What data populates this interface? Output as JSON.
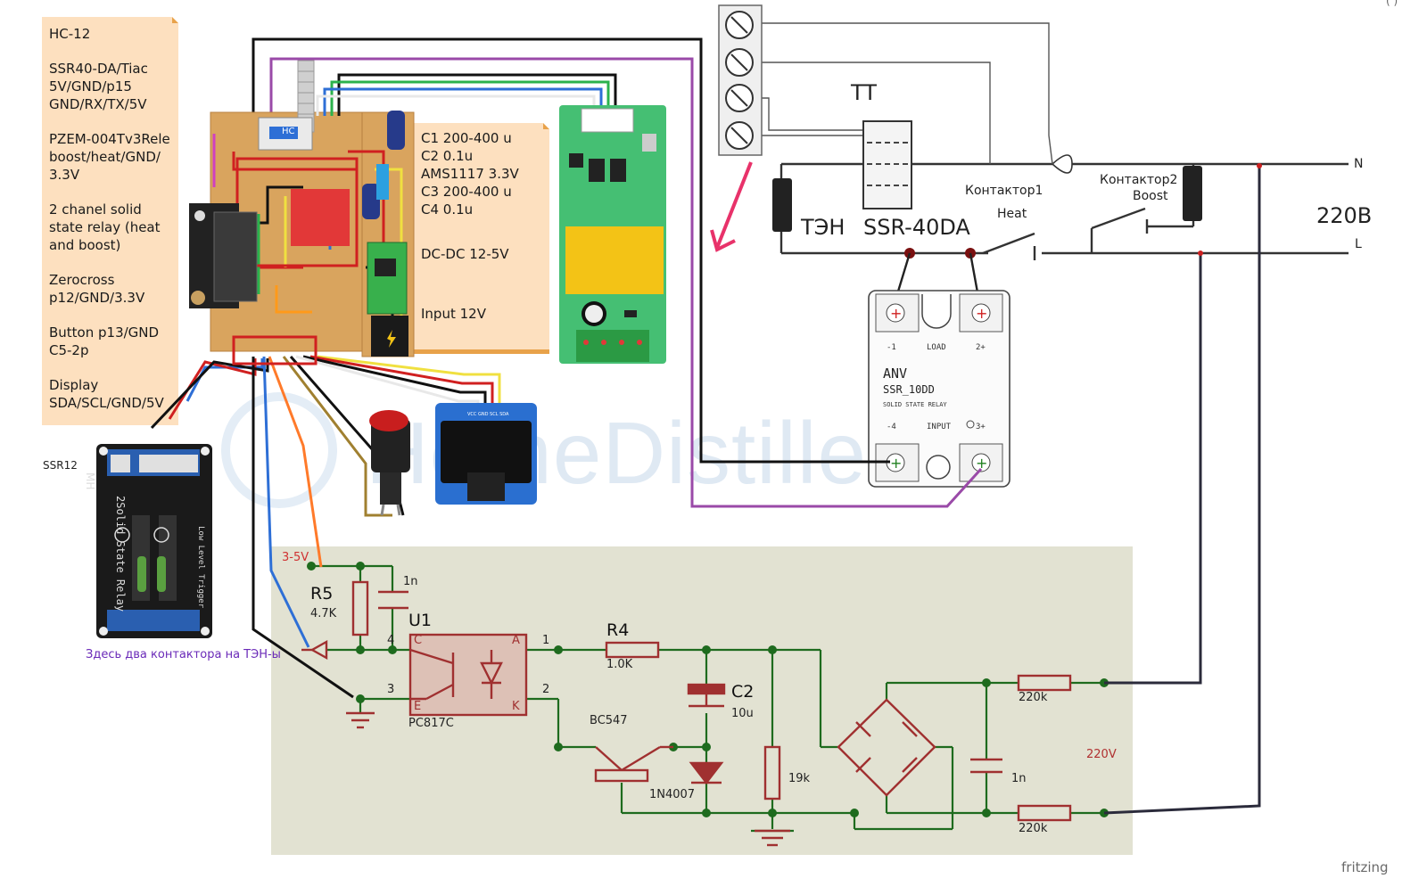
{
  "notes": {
    "left": [
      "HC-12",
      "SSR40-DA/Tiac\n5V/GND/p15\nGND/RX/TX/5V",
      "PZEM-004Tv3Rele\nboost/heat/GND/\n3.3V",
      "2 chanel solid\nstate relay (heat\nand boost)",
      "Zerocross\np12/GND/3.3V",
      "Button p13/GND\nC5-2p",
      "Display\nSDA/SCL/GND/5V"
    ],
    "middle": [
      "C1 200-400 u\nC2 0.1u\nAMS1117 3.3V\nC3 200-400 u\nC4 0.1u",
      "DC-DC 12-5V",
      "Input 12V"
    ]
  },
  "modules": {
    "relay_board_side_label": "SSR12",
    "relay_board_title": "2Solid State Relay",
    "relay_board_trigger": "Low Level Trigger",
    "relay_board_header": "MH",
    "contactor_note": "Здесь два контактора на ТЭН-ы",
    "oled_pins": "VCC GND SCL SDA",
    "board_mark": "HC"
  },
  "power_wiring": {
    "tt": "TT",
    "heater": "ТЭН",
    "ssr_label": "SSR-40DA",
    "contactor1": "Контактор1",
    "heat": "Heat",
    "contactor2": "Контактор2",
    "boost": "Boost",
    "voltage": "220В",
    "n": "N",
    "l": "L"
  },
  "ssr_device": {
    "brand": "ANV",
    "model": "SSR_10DD",
    "subtitle": "SOLID STATE RELAY",
    "pin1": "-1",
    "load": "LOAD",
    "pin2": "2+",
    "pin4": "-4",
    "input": "INPUT",
    "pin3": "3+"
  },
  "schematic": {
    "vcc": "3-5V",
    "r5": "R5",
    "r5_val": "4.7K",
    "c1": "1n",
    "u1": "U1",
    "u1_part": "PC817C",
    "pin_c": "C",
    "pin_e": "E",
    "pin_a": "A",
    "pin_k": "K",
    "pin4": "4",
    "pin3": "3",
    "pin1": "1",
    "pin2": "2",
    "r4": "R4",
    "r4_val": "1.0K",
    "c2": "C2",
    "c2_val": "10u",
    "transistor": "BC547",
    "diode": "1N4007",
    "r19k": "19k",
    "c_bridge": "1n",
    "r_top": "220k",
    "r_bot": "220k",
    "mains": "220V"
  },
  "watermark": "HomeDistiller.ru",
  "footer": "fritzing",
  "corner": "( )",
  "colors": {
    "note": "#fde0bf",
    "schematic_bg": "#e2e2d2",
    "trace_green": "#1e6b1e",
    "component_red": "#a03030",
    "label_red": "#b03030",
    "note_purple": "#6a2ab8",
    "pcb_green": "#45bf73",
    "relay_yellow": "#f3c316",
    "oled_blue": "#2a6fd0",
    "stripboard": "#d9a45e"
  }
}
